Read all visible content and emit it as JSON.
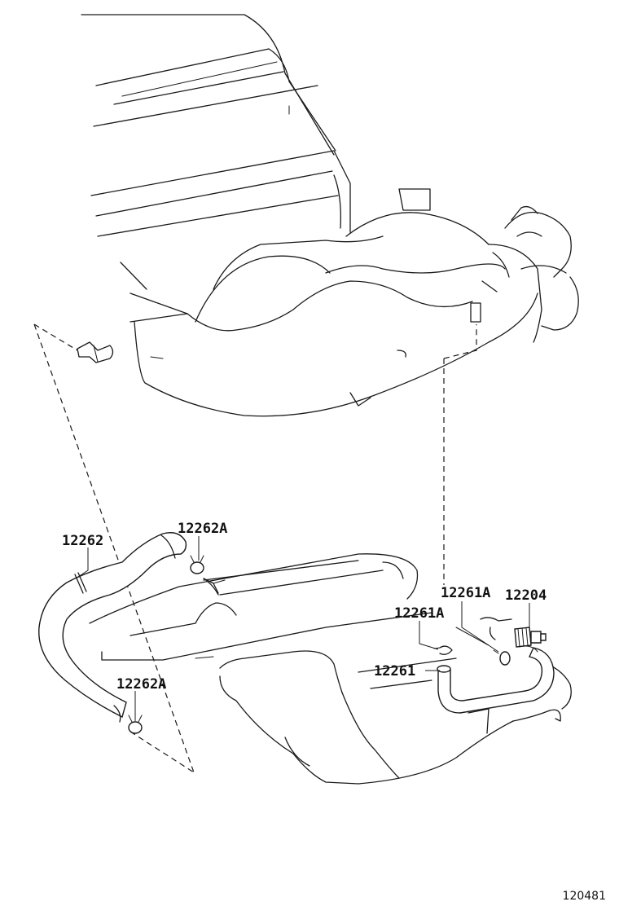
{
  "labels": {
    "hose_main": "12262",
    "clamp_upper": "12262A",
    "clamp_lower": "12262A",
    "clamp_right": "12261A",
    "clamp_center": "12261A",
    "hose_pcv": "12261",
    "pcv_valve": "12204"
  },
  "figure_number": "120481"
}
